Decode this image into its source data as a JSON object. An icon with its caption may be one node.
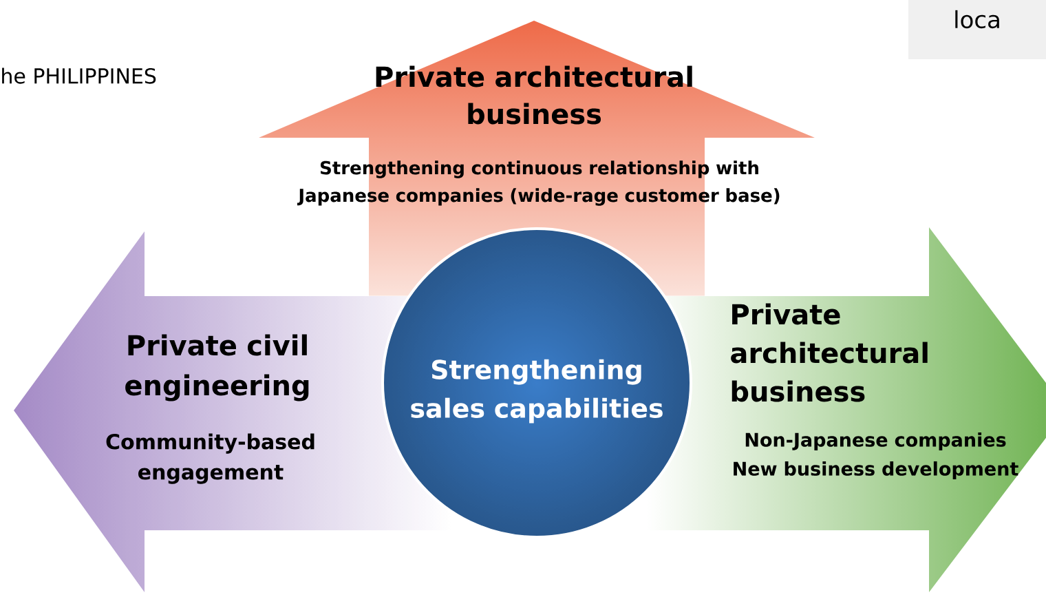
{
  "diagram": {
    "nodes": [
      {
        "text": [
          "Private architectural business",
          "Strengthening continuous relationship with Japanese companies (wide-rage customer base)"
        ]
      },
      {
        "text": [
          "Private civil engineering",
          "Community-based engagement"
        ]
      },
      {
        "text": [
          "Private architectural business",
          "Non-Japanese companies New business development"
        ]
      },
      {
        "text": [
          "Strengthening sales capabilities"
        ]
      }
    ],
    "labels": [
      "he PHILIPPINES",
      "loca"
    ]
  }
}
